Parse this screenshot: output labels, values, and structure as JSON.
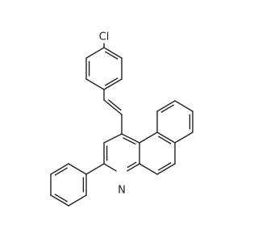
{
  "structure": {
    "atoms": [
      {
        "id": "cl",
        "label": "Cl"
      },
      {
        "id": "n",
        "label": "N"
      }
    ],
    "colors": {
      "bond": "#222222",
      "label": "#222222",
      "background": "#ffffff"
    }
  }
}
